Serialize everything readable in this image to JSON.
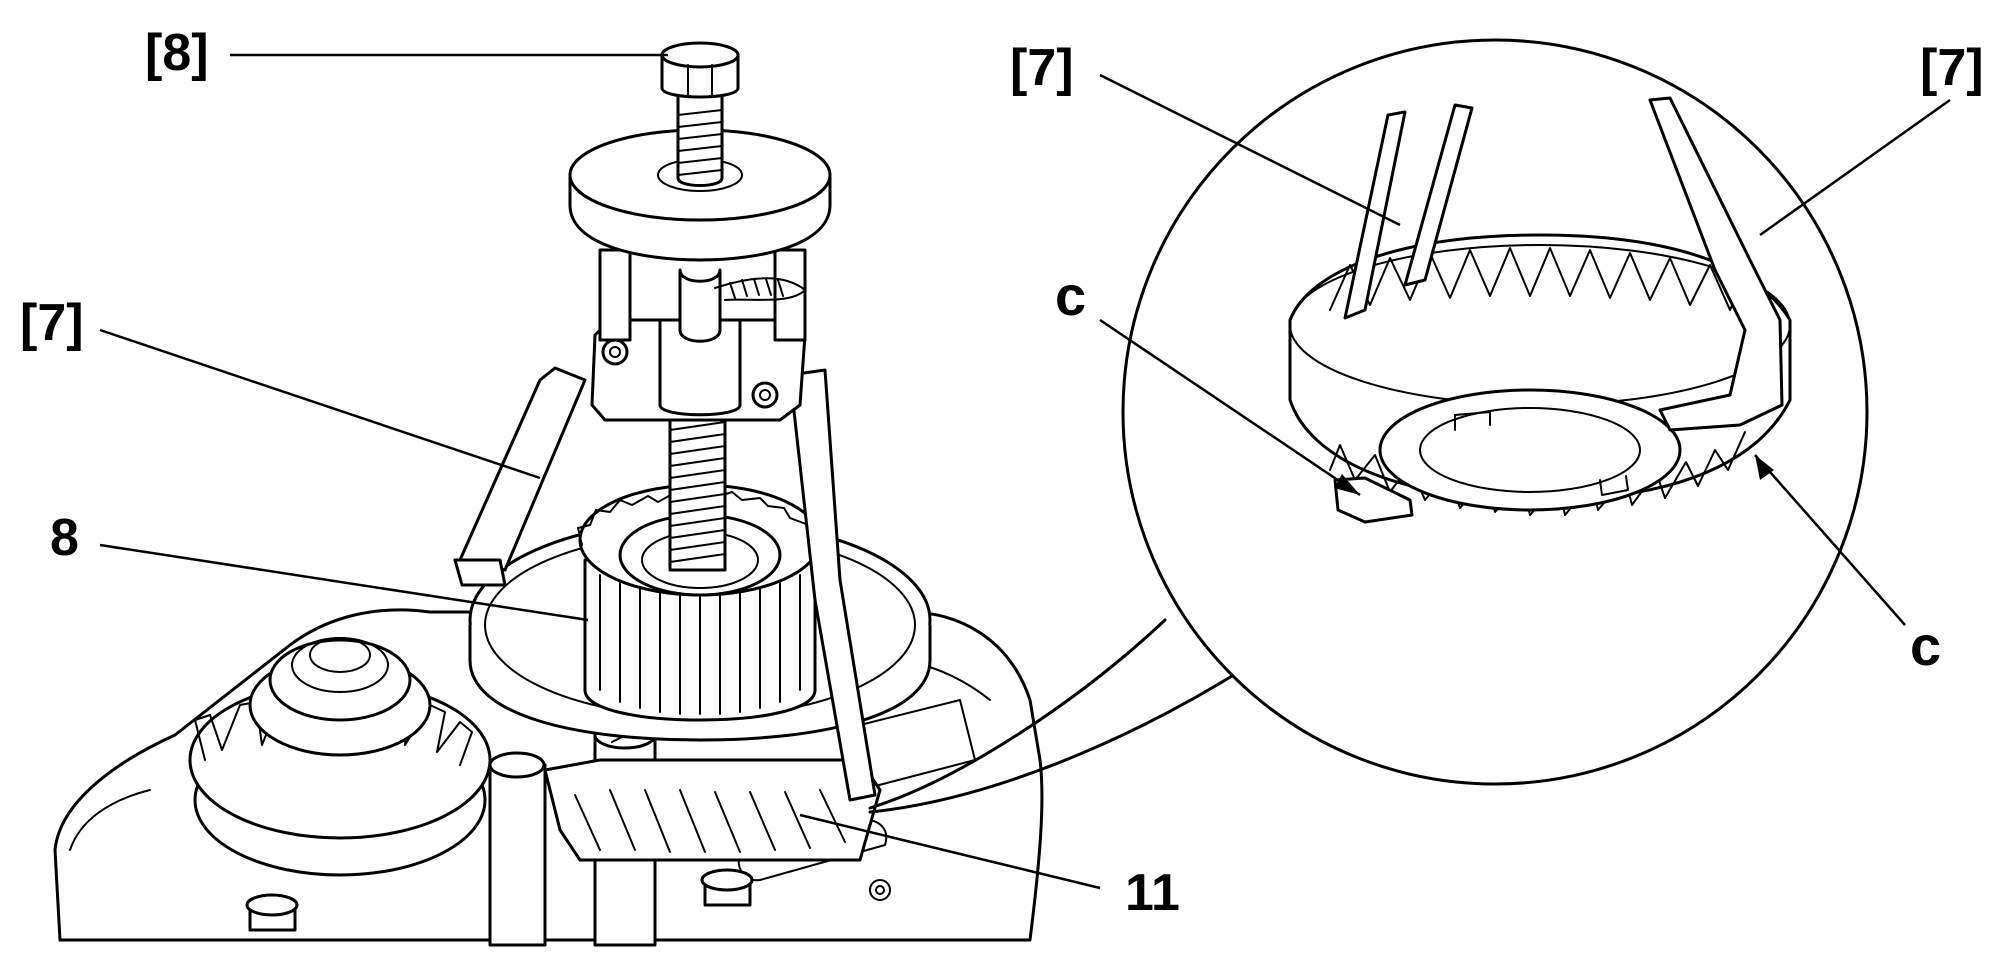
{
  "labels": {
    "tool_8": "[8]",
    "tool_7_left": "[7]",
    "tool_7_mid": "[7]",
    "tool_7_right": "[7]",
    "part_8": "8",
    "part_11": "11",
    "notch_c_left": "c",
    "notch_c_right": "c"
  },
  "colors": {
    "ink": "#000000",
    "paper": "#ffffff"
  }
}
